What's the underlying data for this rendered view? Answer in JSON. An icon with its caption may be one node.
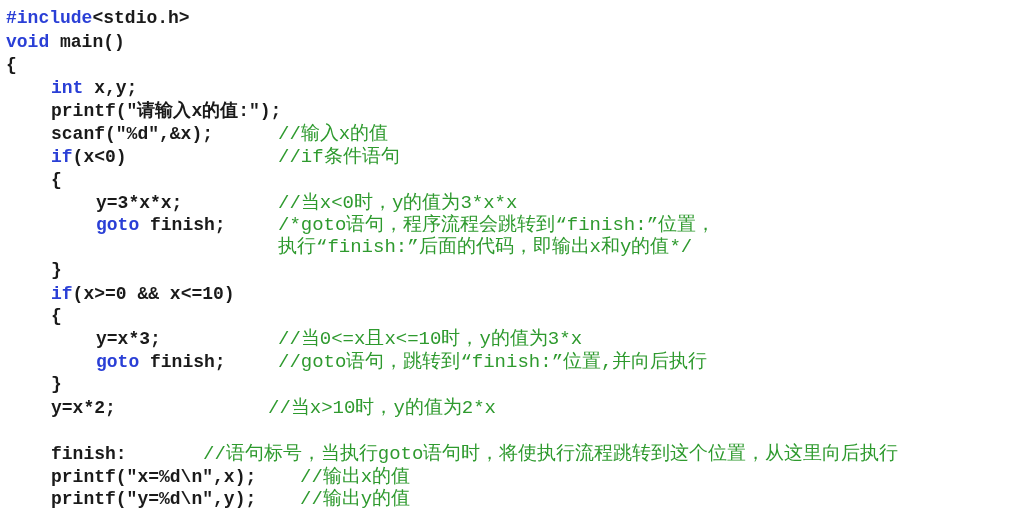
{
  "diagram": {
    "labels": [
      "#include<stdio.h>",
      "void main()",
      "{",
      "int x,y;",
      "printf(\"请输入x的值:\");",
      "scanf(\"%d\",&x);",
      "//输入x的值",
      "if(x<0)",
      "//if条件语句",
      "{",
      "y=3*x*x;",
      "//当x<0时，y的值为3*x*x",
      "goto finish;",
      "/*goto语句，程序流程会跳转到“finish:”位置，",
      "执行“finish:”后面的代码，即输出x和y的值*/",
      "}",
      "if(x>=0 && x<=10)",
      "{",
      "y=x*3;",
      "//当0<=x且x<=10时，y的值为3*x",
      "goto finish;",
      "//goto语句，跳转到“finish:”位置,并向后执行",
      "}",
      "y=x*2;",
      "//当x>10时，y的值为2*x",
      "finish:",
      "//语句标号，当执行goto语句时，将使执行流程跳转到这个位置，从这里向后执行",
      "printf(\"x=%d\\n\",x);",
      "//输出x的值",
      "printf(\"y=%d\\n\",y);",
      "//输出y的值"
    ]
  }
}
